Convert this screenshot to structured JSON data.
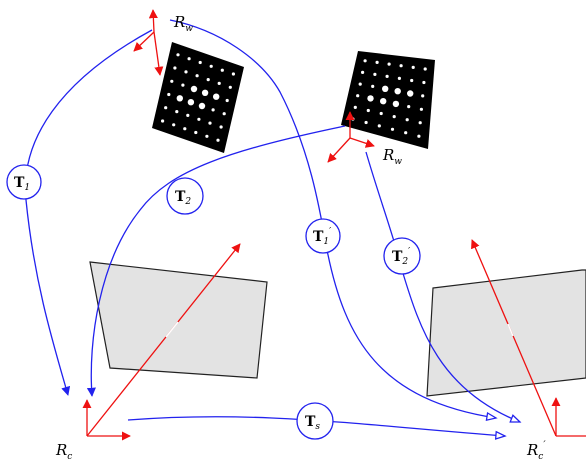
{
  "diagram": {
    "frames": {
      "world_1": {
        "base": "R",
        "sub": "w",
        "prime": ""
      },
      "world_2": {
        "base": "R",
        "sub": "w",
        "prime": ""
      },
      "camera_left": {
        "base": "R",
        "sub": "c",
        "prime": ""
      },
      "camera_right": {
        "base": "R",
        "sub": "c",
        "prime": "′"
      }
    },
    "transforms": {
      "t1": {
        "base": "T",
        "sub": "1",
        "prime": ""
      },
      "t2": {
        "base": "T",
        "sub": "2",
        "prime": ""
      },
      "t1p": {
        "base": "T",
        "sub": "1",
        "prime": "′"
      },
      "t2p": {
        "base": "T",
        "sub": "2",
        "prime": "′"
      },
      "ts": {
        "base": "T",
        "sub": "s",
        "prime": ""
      }
    },
    "colors": {
      "transform": "#2222ee",
      "axis": "#ee1111",
      "image_plane": "#e3e3e3",
      "target": "#000000",
      "dot": "#ffffff"
    },
    "icons": {
      "calibration_target": "calibration-grid-icon",
      "frame_axes": "coordinate-axes-icon"
    }
  }
}
